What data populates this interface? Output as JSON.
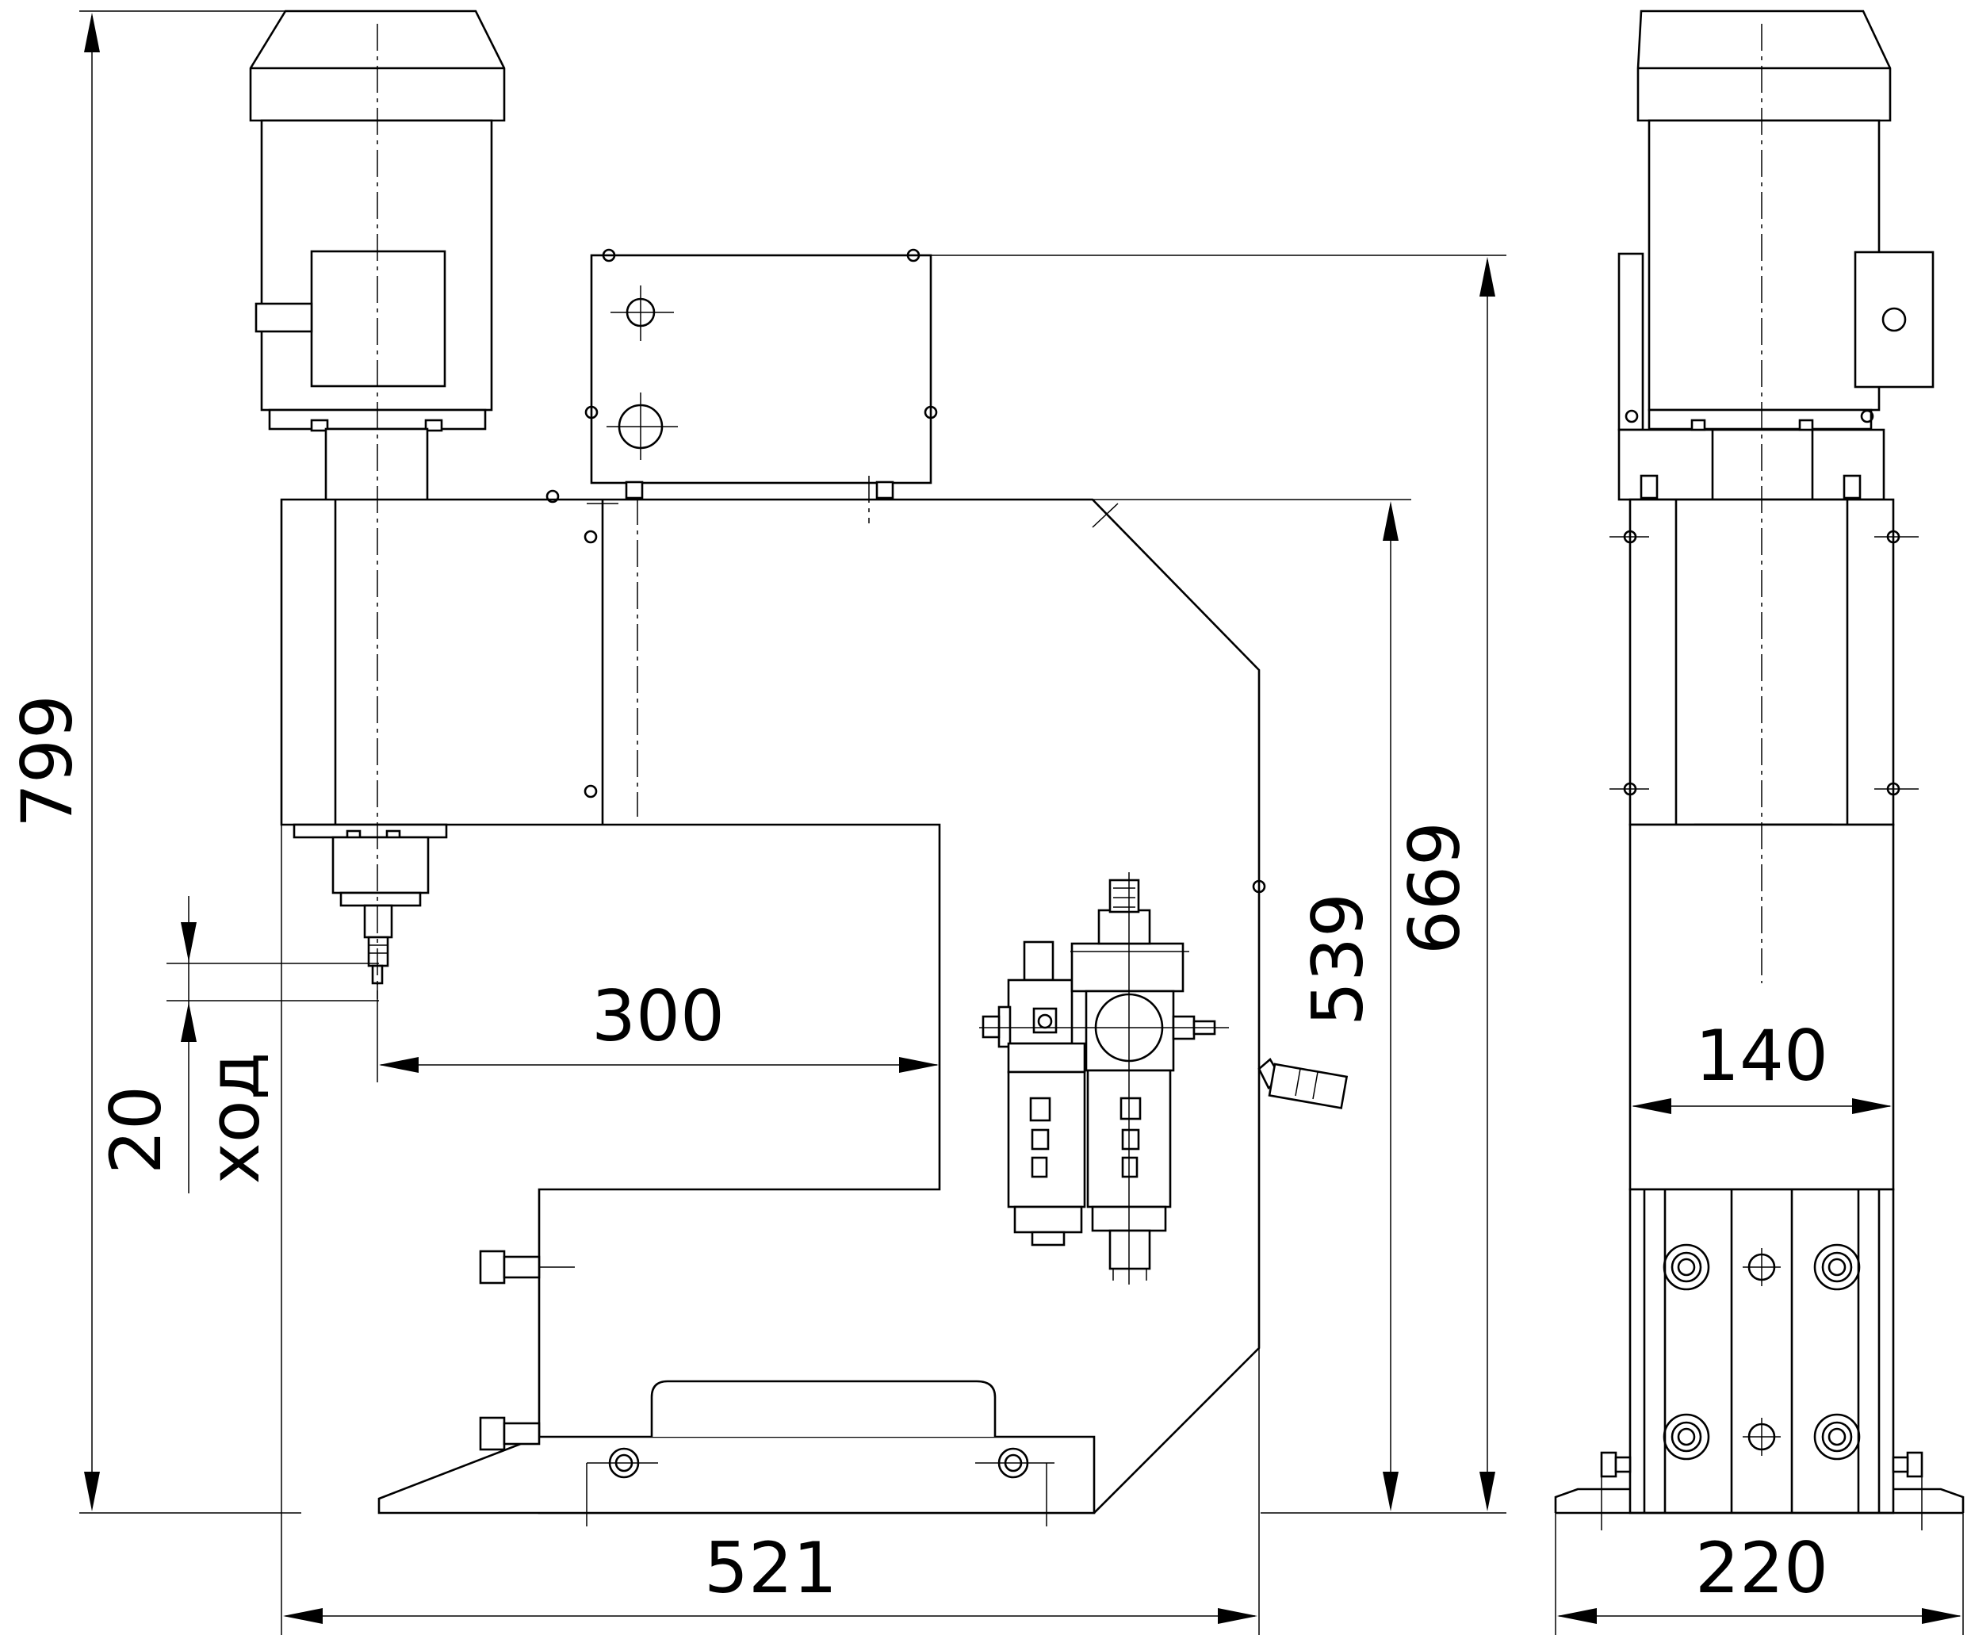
{
  "dimensions": {
    "overall_height": "799",
    "front_width": "521",
    "throat_depth": "300",
    "frame_height": "669",
    "work_height": "539",
    "stroke_value": "20",
    "stroke_label": "ход",
    "ram_width": "140",
    "base_width": "220"
  }
}
